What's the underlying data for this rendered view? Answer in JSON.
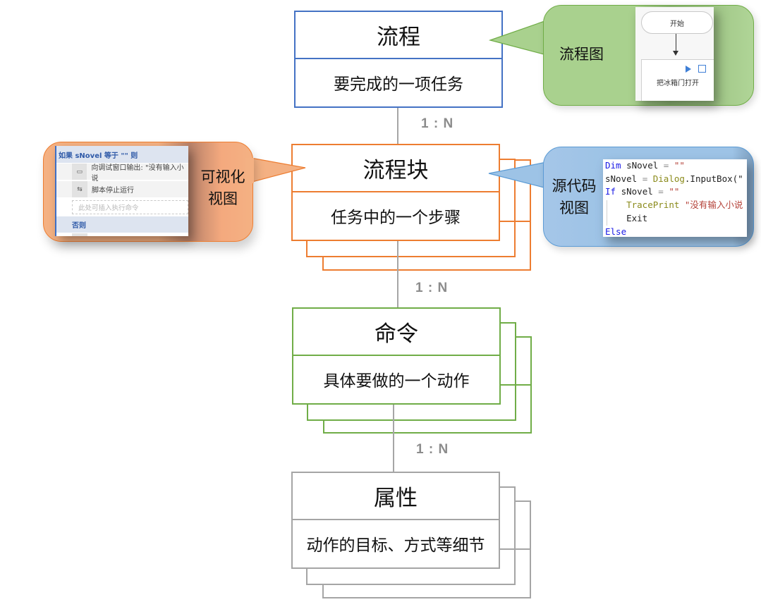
{
  "colors": {
    "process_border": "#4472c4",
    "block_border": "#ed7d31",
    "command_border": "#70ad47",
    "property_border": "#a5a5a5",
    "connector": "#a6a6a6",
    "flowchart_callout_fill": "#a9d18e",
    "visual_callout_fill": "#f4b183",
    "code_callout_fill": "#9dc3e6"
  },
  "entities": [
    {
      "id": "process",
      "title": "流程",
      "description": "要完成的一项任务"
    },
    {
      "id": "block",
      "title": "流程块",
      "description": "任务中的一个步骤"
    },
    {
      "id": "command",
      "title": "命令",
      "description": "具体要做的一个动作"
    },
    {
      "id": "property",
      "title": "属性",
      "description": "动作的目标、方式等细节"
    }
  ],
  "relations": [
    {
      "from": "process",
      "to": "block",
      "label": "1 : N"
    },
    {
      "from": "block",
      "to": "command",
      "label": "1 : N"
    },
    {
      "from": "command",
      "to": "property",
      "label": "1 : N"
    }
  ],
  "callouts": {
    "flowchart": {
      "label": "流程图",
      "start_node": "开始",
      "task_node": "把冰箱门打开",
      "icons": [
        "play-icon",
        "edit-icon"
      ]
    },
    "visual": {
      "label_line1": "可视化",
      "label_line2": "视图",
      "rows": {
        "if_header": "如果 sNovel 等于 \"\" 则",
        "cmd1": "向调试窗口输出: \"没有输入小说",
        "cmd2": "脚本停止运行",
        "placeholder": "此处可插入执行命令",
        "else_header": "否则"
      }
    },
    "code": {
      "label_line1": "源代码",
      "label_line2": "视图",
      "lines": {
        "l1_kw": "Dim",
        "l1_rest": " sNovel ",
        "l1_op": "=",
        "l1_str": " \"\"",
        "l2_a": "sNovel ",
        "l2_op": "=",
        "l2_fn": " Dialog",
        "l2_b": ".InputBox(\"",
        "l3_kw": "If",
        "l3_rest": " sNovel ",
        "l3_op": "=",
        "l3_str": " \"\"",
        "l4_fn": "TracePrint",
        "l4_str": " \"没有输入小说",
        "l5": "Exit",
        "l6_kw": "Else"
      }
    }
  }
}
